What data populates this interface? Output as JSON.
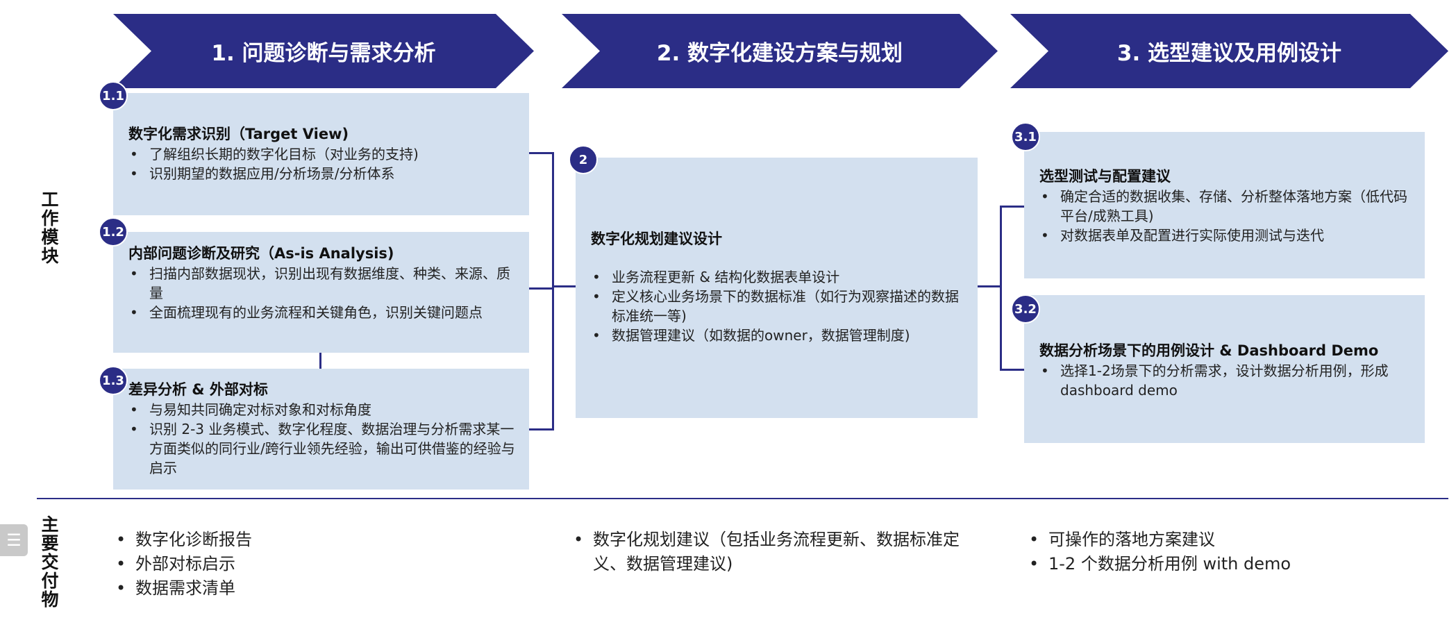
{
  "phases": [
    {
      "label": "1. 问题诊断与需求分析"
    },
    {
      "label": "2. 数字化建设方案与规划"
    },
    {
      "label": "3. 选型建议及用例设计"
    }
  ],
  "side_labels": {
    "work_modules": "工作模块",
    "deliverables": "主要交付物"
  },
  "modules": {
    "m11": {
      "badge": "1.1",
      "title": "数字化需求识别（Target View)",
      "bullets": [
        "了解组织长期的数字化目标（对业务的支持)",
        "识别期望的数据应用/分析场景/分析体系"
      ]
    },
    "m12": {
      "badge": "1.2",
      "title": "内部问题诊断及研究（As-is Analysis)",
      "bullets": [
        "扫描内部数据现状，识别出现有数据维度、种类、来源、质量",
        "全面梳理现有的业务流程和关键角色，识别关键问题点"
      ]
    },
    "m13": {
      "badge": "1.3",
      "title": "差异分析 & 外部对标",
      "bullets": [
        "与易知共同确定对标对象和对标角度",
        "识别 2-3 业务模式、数字化程度、数据治理与分析需求某一方面类似的同行业/跨行业领先经验，输出可供借鉴的经验与启示"
      ]
    },
    "m2": {
      "badge": "2",
      "title": "数字化规划建议设计",
      "bullets": [
        "业务流程更新 & 结构化数据表单设计",
        "定义核心业务场景下的数据标准（如行为观察描述的数据标准统一等)",
        "数据管理建议（如数据的owner，数据管理制度)"
      ]
    },
    "m31": {
      "badge": "3.1",
      "title": "选型测试与配置建议",
      "bullets": [
        "确定合适的数据收集、存储、分析整体落地方案（低代码平台/成熟工具)",
        "对数据表单及配置进行实际使用测试与迭代"
      ]
    },
    "m32": {
      "badge": "3.2",
      "title": "数据分析场景下的用例设计 & Dashboard Demo",
      "bullets": [
        "选择1-2场景下的分析需求，设计数据分析用例，形成dashboard demo"
      ]
    }
  },
  "deliverables": [
    [
      "数字化诊断报告",
      "外部对标启示",
      "数据需求清单"
    ],
    [
      "数字化规划建议（包括业务流程更新、数据标准定义、数据管理建议)"
    ],
    [
      "可操作的落地方案建议",
      "1-2 个数据分析用例 with demo"
    ]
  ],
  "menu_icon": "list-icon",
  "colors": {
    "navy": "#2b2d86",
    "box": "#d3e0ef"
  }
}
